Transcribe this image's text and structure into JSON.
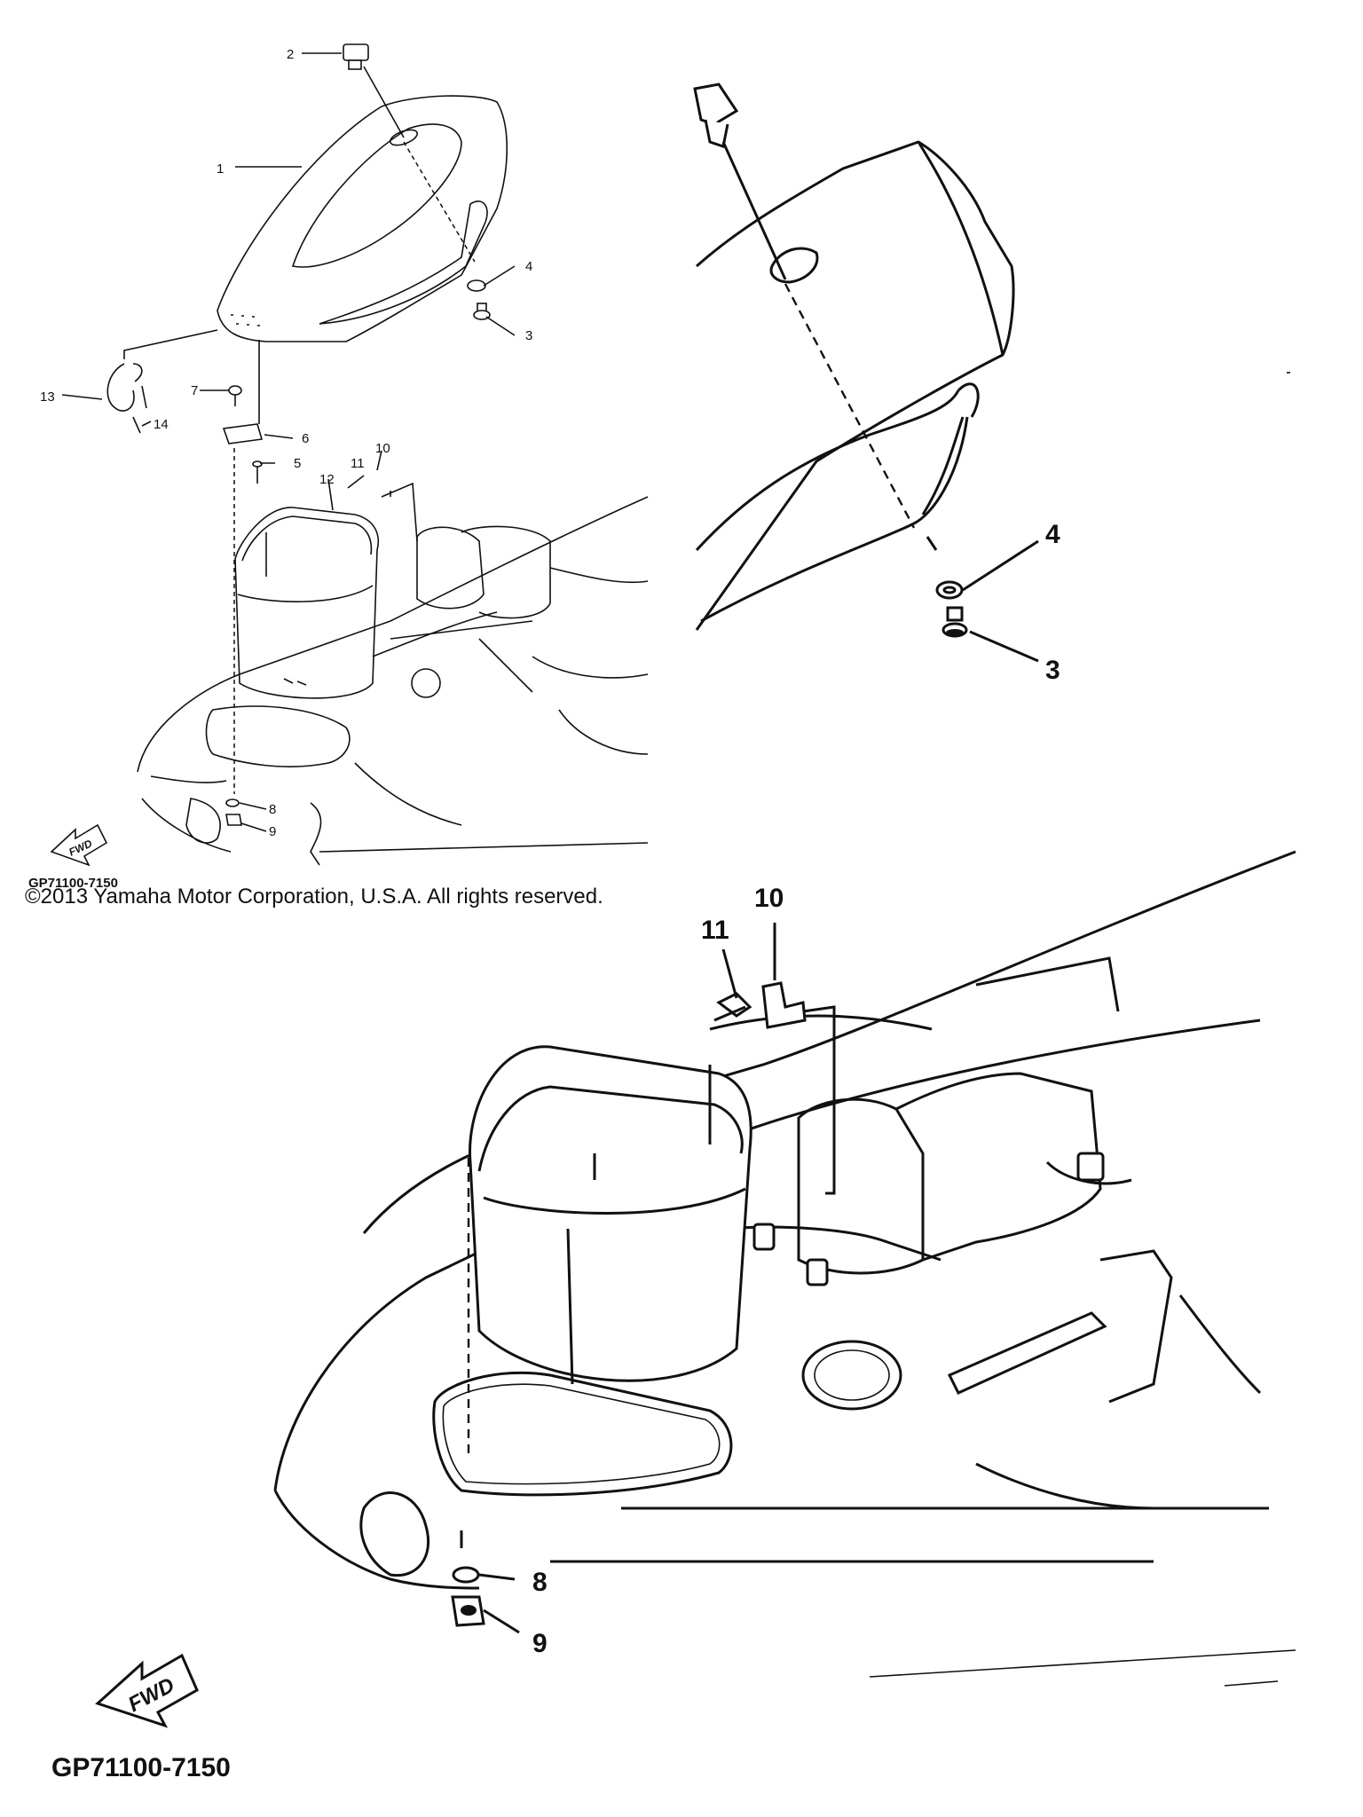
{
  "copyright": "©2013 Yamaha Motor Corporation, U.S.A. All rights reserved.",
  "overview": {
    "code": "GP71100-7150",
    "fwd": "FWD",
    "callouts": [
      "1",
      "2",
      "3",
      "4",
      "5",
      "6",
      "7",
      "8",
      "9",
      "10",
      "11",
      "12",
      "13",
      "14"
    ]
  },
  "detail_top": {
    "callouts": [
      "4",
      "3"
    ]
  },
  "detail_bottom": {
    "code": "GP71100-7150",
    "fwd": "FWD",
    "callouts": [
      "11",
      "10",
      "8",
      "9"
    ]
  }
}
